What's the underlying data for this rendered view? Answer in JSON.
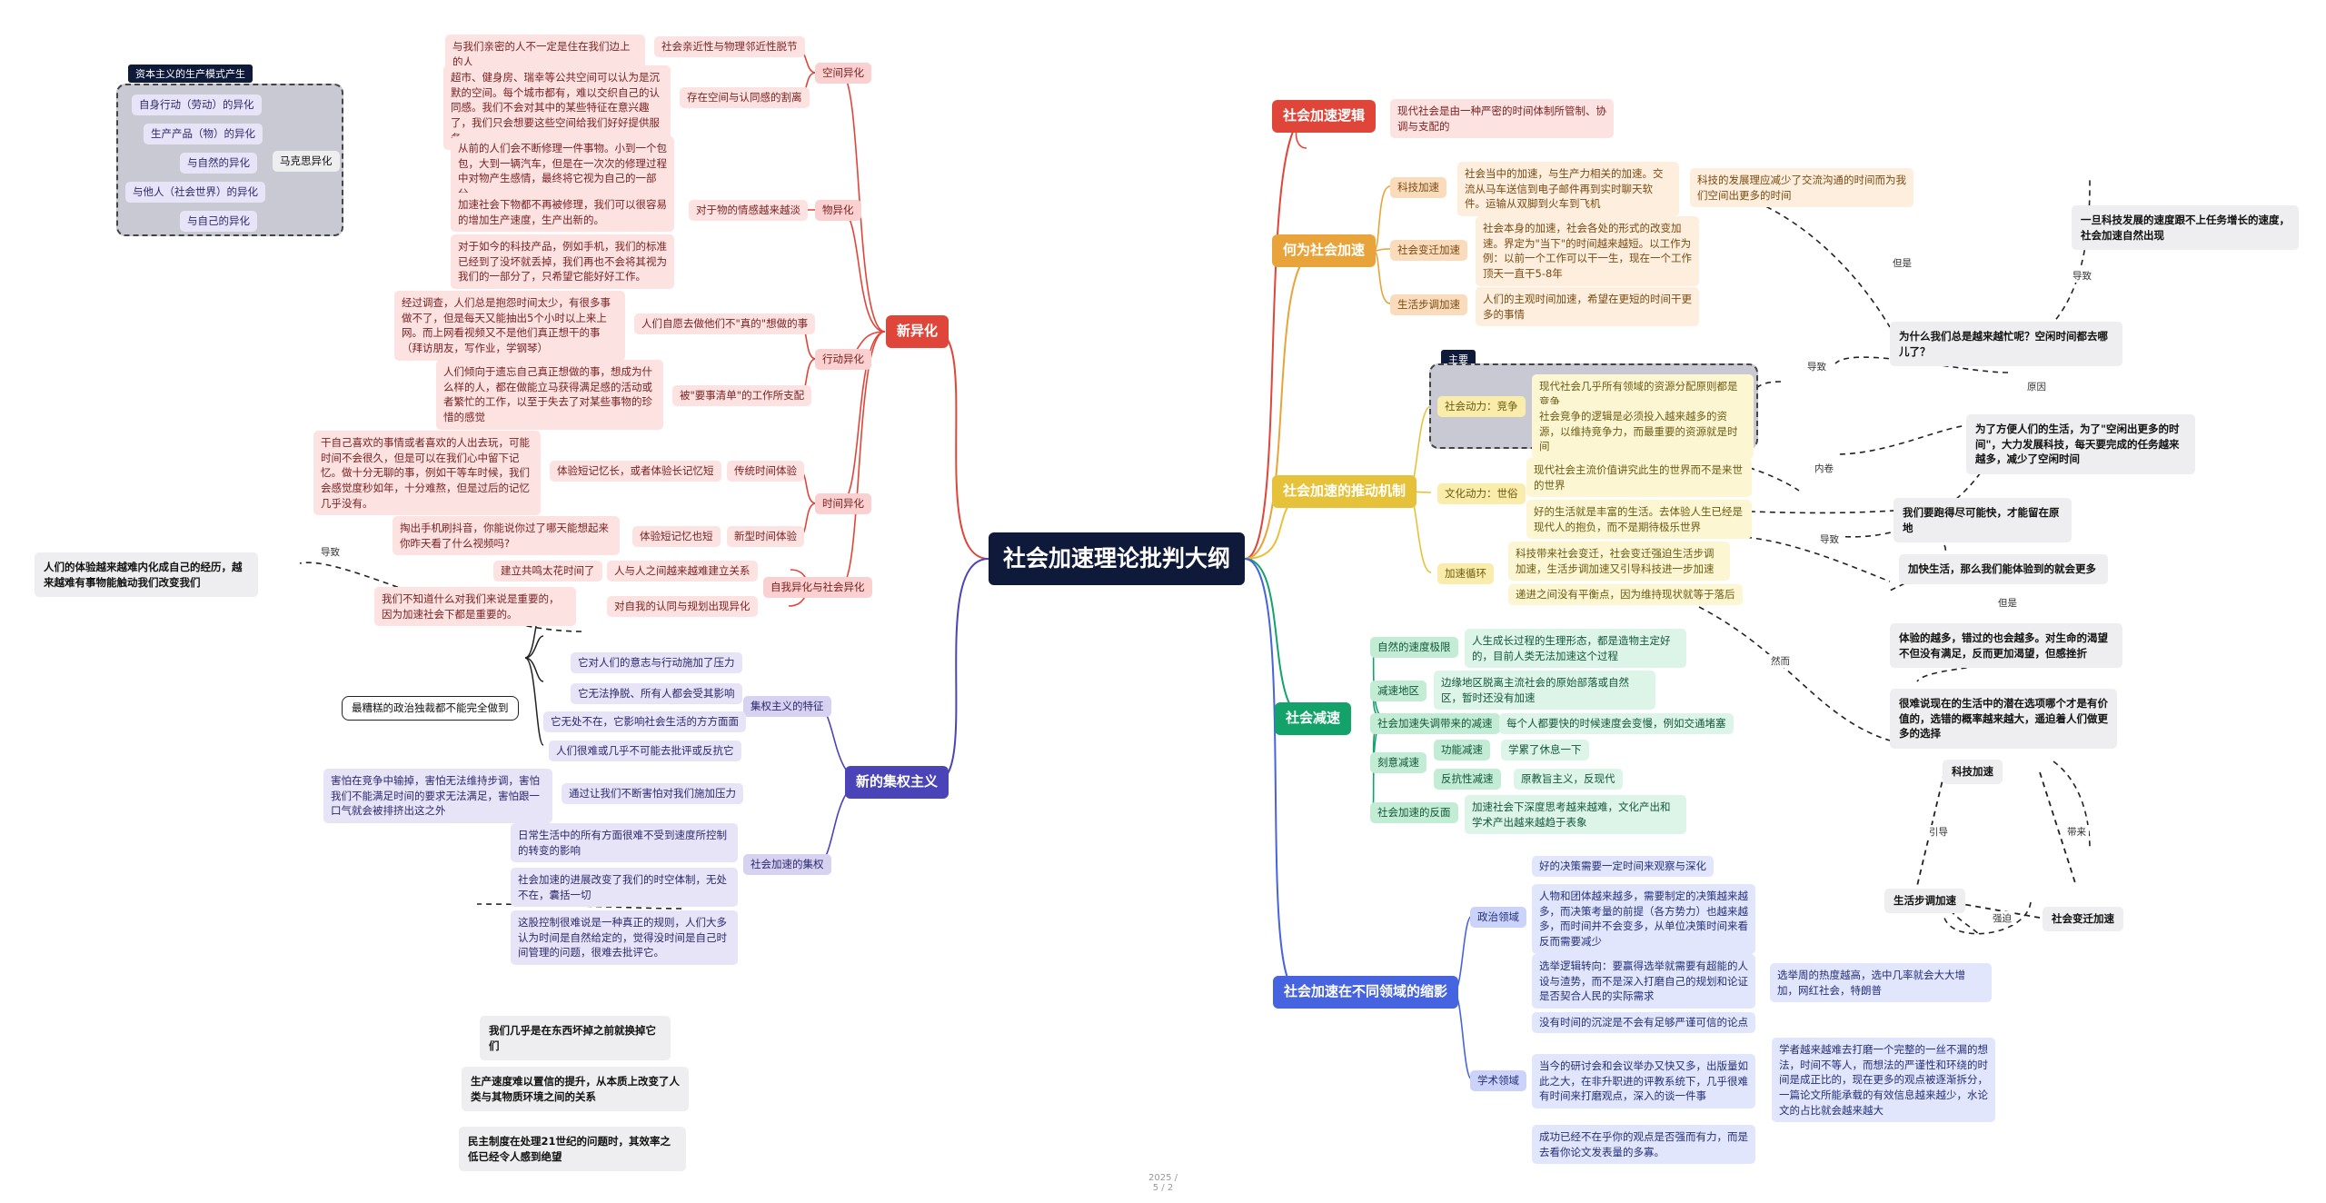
{
  "root": "社会加速理论批判大纲",
  "footer": "2025 / 5 / 2",
  "n": {
    "xys": "新异化",
    "xys_kj": "空间异化",
    "xys_kj_1": "社会亲近性与物理邻近性脱节",
    "xys_kj_1a": "与我们亲密的人不一定是住在我们边上的人",
    "xys_kj_2": "存在空间与认同感的割离",
    "xys_kj_2a": "超市、健身房、瑞幸等公共空间可以认为是沉默的空间。每个城市都有，难以交织自己的认同感。我们不会对其中的某些特征在意兴趣了，我们只会想要这些空间给我们好好提供服务",
    "xys_wu": "物异化",
    "xys_wu_1": "对于物的情感越来越淡",
    "xys_wu_1a": "从前的人们会不断修理一件事物。小到一个包包，大到一辆汽车，但是在一次次的修理过程中对物产生感情，最终将它视为自己的一部分。",
    "xys_wu_1b": "加速社会下物都不再被修理，我们可以很容易的增加生产速度，生产出新的。",
    "xys_wu_1c": "对于如今的科技产品，例如手机，我们的标准已经到了没坏就丢掉，我们再也不会将其视为我们的一部分了，只希望它能好好工作。",
    "xys_xd": "行动异化",
    "xys_xd_1": "人们自愿去做他们不\"真的\"想做的事",
    "xys_xd_1a": "经过调查，人们总是抱怨时间太少，有很多事做不了，但是每天又能抽出5个小时以上来上网。而上网看视频又不是他们真正想干的事（拜访朋友，写作业，学钢琴）",
    "xys_xd_2": "被\"要事清单\"的工作所支配",
    "xys_xd_2a": "人们倾向于遗忘自己真正想做的事，想成为什么样的人，都在做能立马获得满足感的活动或者繁忙的工作，以至于失去了对某些事物的珍惜的感觉",
    "xys_sj": "时间异化",
    "xys_sj_1": "传统时间体验",
    "xys_sj_1a": "体验短记忆长，或者体验长记忆短",
    "xys_sj_1b": "干自己喜欢的事情或者喜欢的人出去玩，可能时间不会很久，但是可以在我们心中留下记忆。做十分无聊的事，例如干等车时候，我们会感觉度秒如年，十分难熬，但是过后的记忆几乎没有。",
    "xys_sj_2": "新型时间体验",
    "xys_sj_2a": "体验短记忆也短",
    "xys_sj_2b": "掏出手机刷抖音，你能说你过了哪天能想起来你昨天看了什么视频吗?",
    "xys_sj_note": "人们的体验越来越难内化成自己的经历，越来越难有事物能触动我们改变我们",
    "xys_sj_edge": "导致",
    "xys_zw": "自我异化与社会异化",
    "xys_zw_1": "人与人之间越来越难建立关系",
    "xys_zw_1a": "建立共鸣太花时间了",
    "xys_zw_2": "对自我的认同与规划出现异化",
    "xys_zw_2a": "我们不知道什么对我们来说是重要的，因为加速社会下都是重要的。",
    "ms_title": "资本主义的生产模式产生",
    "ms_center": "马克思异化",
    "ms_1": "自身行动（劳动）的异化",
    "ms_2": "生产产品（物）的异化",
    "ms_3": "与自然的异化",
    "ms_4": "与他人（社会世界）的异化",
    "ms_5": "与自己的异化",
    "jqzy": "新的集权主义",
    "jqzy_tz": "集权主义的特征",
    "jqzy_tz_1": "它对人们的意志与行动施加了压力",
    "jqzy_tz_2": "它无法挣脱、所有人都会受其影响",
    "jqzy_tz_3": "它无处不在，它影响社会生活的方方面面",
    "jqzy_tz_4": "人们很难或几乎不可能去批评或反抗它",
    "jqzy_note": "最糟糕的政治独裁都不能完全做到",
    "jqzy_jq": "社会加速的集权",
    "jqzy_jq_1": "通过让我们不断害怕对我们施加压力",
    "jqzy_jq_1a": "害怕在竞争中输掉，害怕无法维持步调，害怕我们不能满足时间的要求无法满足，害怕跟一口气就会被排挤出这之外",
    "jqzy_jq_2": "日常生活中的所有方面很难不受到速度所控制的转变的影响",
    "jqzy_jq_3": "社会加速的进展改变了我们的时空体制，无处不在，囊括一切",
    "jqzy_jq_4": "这股控制很难说是一种真正的规则，人们大多认为时间是自然给定的，觉得没时间是自己时间管理的问题，很难去批评它。",
    "g1": "我们几乎是在东西坏掉之前就换掉它们",
    "g2": "生产速度难以置信的提升，从本质上改变了人类与其物质环境之间的关系",
    "g3": "民主制度在处理21世纪的问题时，其效率之低已经令人感到绝望",
    "ljl": "社会加速逻辑",
    "ljl_1": "现代社会是由一种严密的时间体制所管制、协调与支配的",
    "hw": "何为社会加速",
    "hw_kj": "科技加速",
    "hw_kj_1": "社会当中的加速，与生产力相关的加速。交流从马车送信到电子邮件再到实时聊天软件。运输从双脚到火车到飞机",
    "hw_kj_1a": "科技的发展理应减少了交流沟通的时间而为我们空间出更多的时间",
    "hw_sh": "社会变迁加速",
    "hw_sh_1": "社会本身的加速，社会各处的形式的改变加速。界定为\"当下\"的时间越来越短。以工作为例：以前一个工作可以干一生，现在一个工作顶天一直干5-8年",
    "hw_sh2": "生活步调加速",
    "hw_sh2_1": "人们的主观时间加速，希望在更短的时间干更多的事情",
    "q1": "一旦科技发展的速度跟不上任务增长的速度，社会加速自然出现",
    "q2": "为什么我们总是越来越忙呢？空闲时间都去哪儿了？",
    "q3": "为了方便人们的生活，为了\"空闲出更多的时间\"，大力发展科技，每天要完成的任务越来越多，减少了空闲时间",
    "q4": "我们要跑得尽可能快，才能留在原地",
    "q5": "加快生活，那么我们能体验到的就会更多",
    "q6": "体验的越多，错过的也会越多。对生命的渴望不但没有满足，反而更加渴望，但感挫折",
    "q7": "很难说现在的生活中的潜在选项哪个才是有价值的，选错的概率越来越大，遥迫着人们做更多的选择",
    "e_dangyu": "但是",
    "e_daozhi1": "导致",
    "e_yuanyin": "原因",
    "e_daozhi2": "导致",
    "e_neijuan": "内卷",
    "e_daozhi3": "导致",
    "e_danshi": "但是",
    "e_ranr": "然而",
    "cx": "科技加速",
    "cx_sh": "生活步调加速",
    "cx_sb": "社会变迁加速",
    "cx_e1": "引导",
    "cx_e2": "带来",
    "cx_e3": "强迫",
    "tdjz": "社会加速的推动机制",
    "tdjz_tag": "主要",
    "tdjz_jz": "社会动力：竞争",
    "tdjz_jz_1": "现代社会几乎所有领域的资源分配原则都是竞争",
    "tdjz_jz_2": "社会竞争的逻辑是必须投入越来越多的资源，以维持竞争力，而最重要的资源就是时间",
    "tdjz_wh": "文化动力：世俗",
    "tdjz_wh_1": "现代社会主流价值讲究此生的世界而不是来世的世界",
    "tdjz_wh_2": "好的生活就是丰富的生活。去体验人生已经是现代人的抱负，而不是期待极乐世界",
    "tdjz_xh": "加速循环",
    "tdjz_xh_1": "科技带来社会变迁，社会变迁强迫生活步调加速，生活步调加速又引导科技进一步加速",
    "tdjz_xh_2": "递进之间没有平衡点，因为维持现状就等于落后",
    "jsu": "社会减速",
    "jsu_1": "自然的速度极限",
    "jsu_1a": "人生成长过程的生理形态，都是造物主定好的，目前人类无法加速这个过程",
    "jsu_2": "减速地区",
    "jsu_2a": "边缘地区脱离主流社会的原始部落或自然区，暂时还没有加速",
    "jsu_3": "社会加速失调带来的减速",
    "jsu_3a": "每个人都要快的时候速度会变慢，例如交通堵塞",
    "jsu_4": "刻意减速",
    "jsu_4a": "功能减速",
    "jsu_4a1": "学累了休息一下",
    "jsu_4b": "反抗性减速",
    "jsu_4b1": "原教旨主义，反现代",
    "jsu_5": "社会加速的反面",
    "jsu_5a": "加速社会下深度思考越来越难，文化产出和学术产出越来越趋于表象",
    "ly": "社会加速在不同领域的缩影",
    "ly_zz": "政治领域",
    "ly_zz_1": "好的决策需要一定时间来观察与深化",
    "ly_zz_2": "人物和团体越来越多，需要制定的决策越来越多，而决策考量的前提（各方势力）也越来越多，而时间并不会变多，从单位决策时间来看反而需要减少",
    "ly_zz_3": "选举逻辑转向：要赢得选举就需要有超能的人设与渣势，而不是深入打磨自己的规划和论证是否契合人民的实际需求",
    "ly_zz_3a": "选举周的热度越高，选中几率就会大大增加，网红社会，特朗普",
    "ly_xs": "学术领域",
    "ly_xs_1": "没有时间的沉淀是不会有足够严谨可信的论点",
    "ly_xs_2": "当今的研讨会和会议举办又快又多，出版量如此之大，在非升职进的评教系统下，几乎很难有时间来打磨观点，深入的谈一件事",
    "ly_xs_2a": "学者越来越难去打磨一个完整的一丝不漏的想法，时间不等人，而想法的严谨性和环绕的时间是成正比的，现在更多的观点被逐渐拆分，一篇论文所能承载的有效信息越来越少，水论文的占比就会越来越大",
    "ly_xs_3": "成功已经不在乎你的观点是否强而有力，而是去看你论文发表量的多寡。"
  }
}
